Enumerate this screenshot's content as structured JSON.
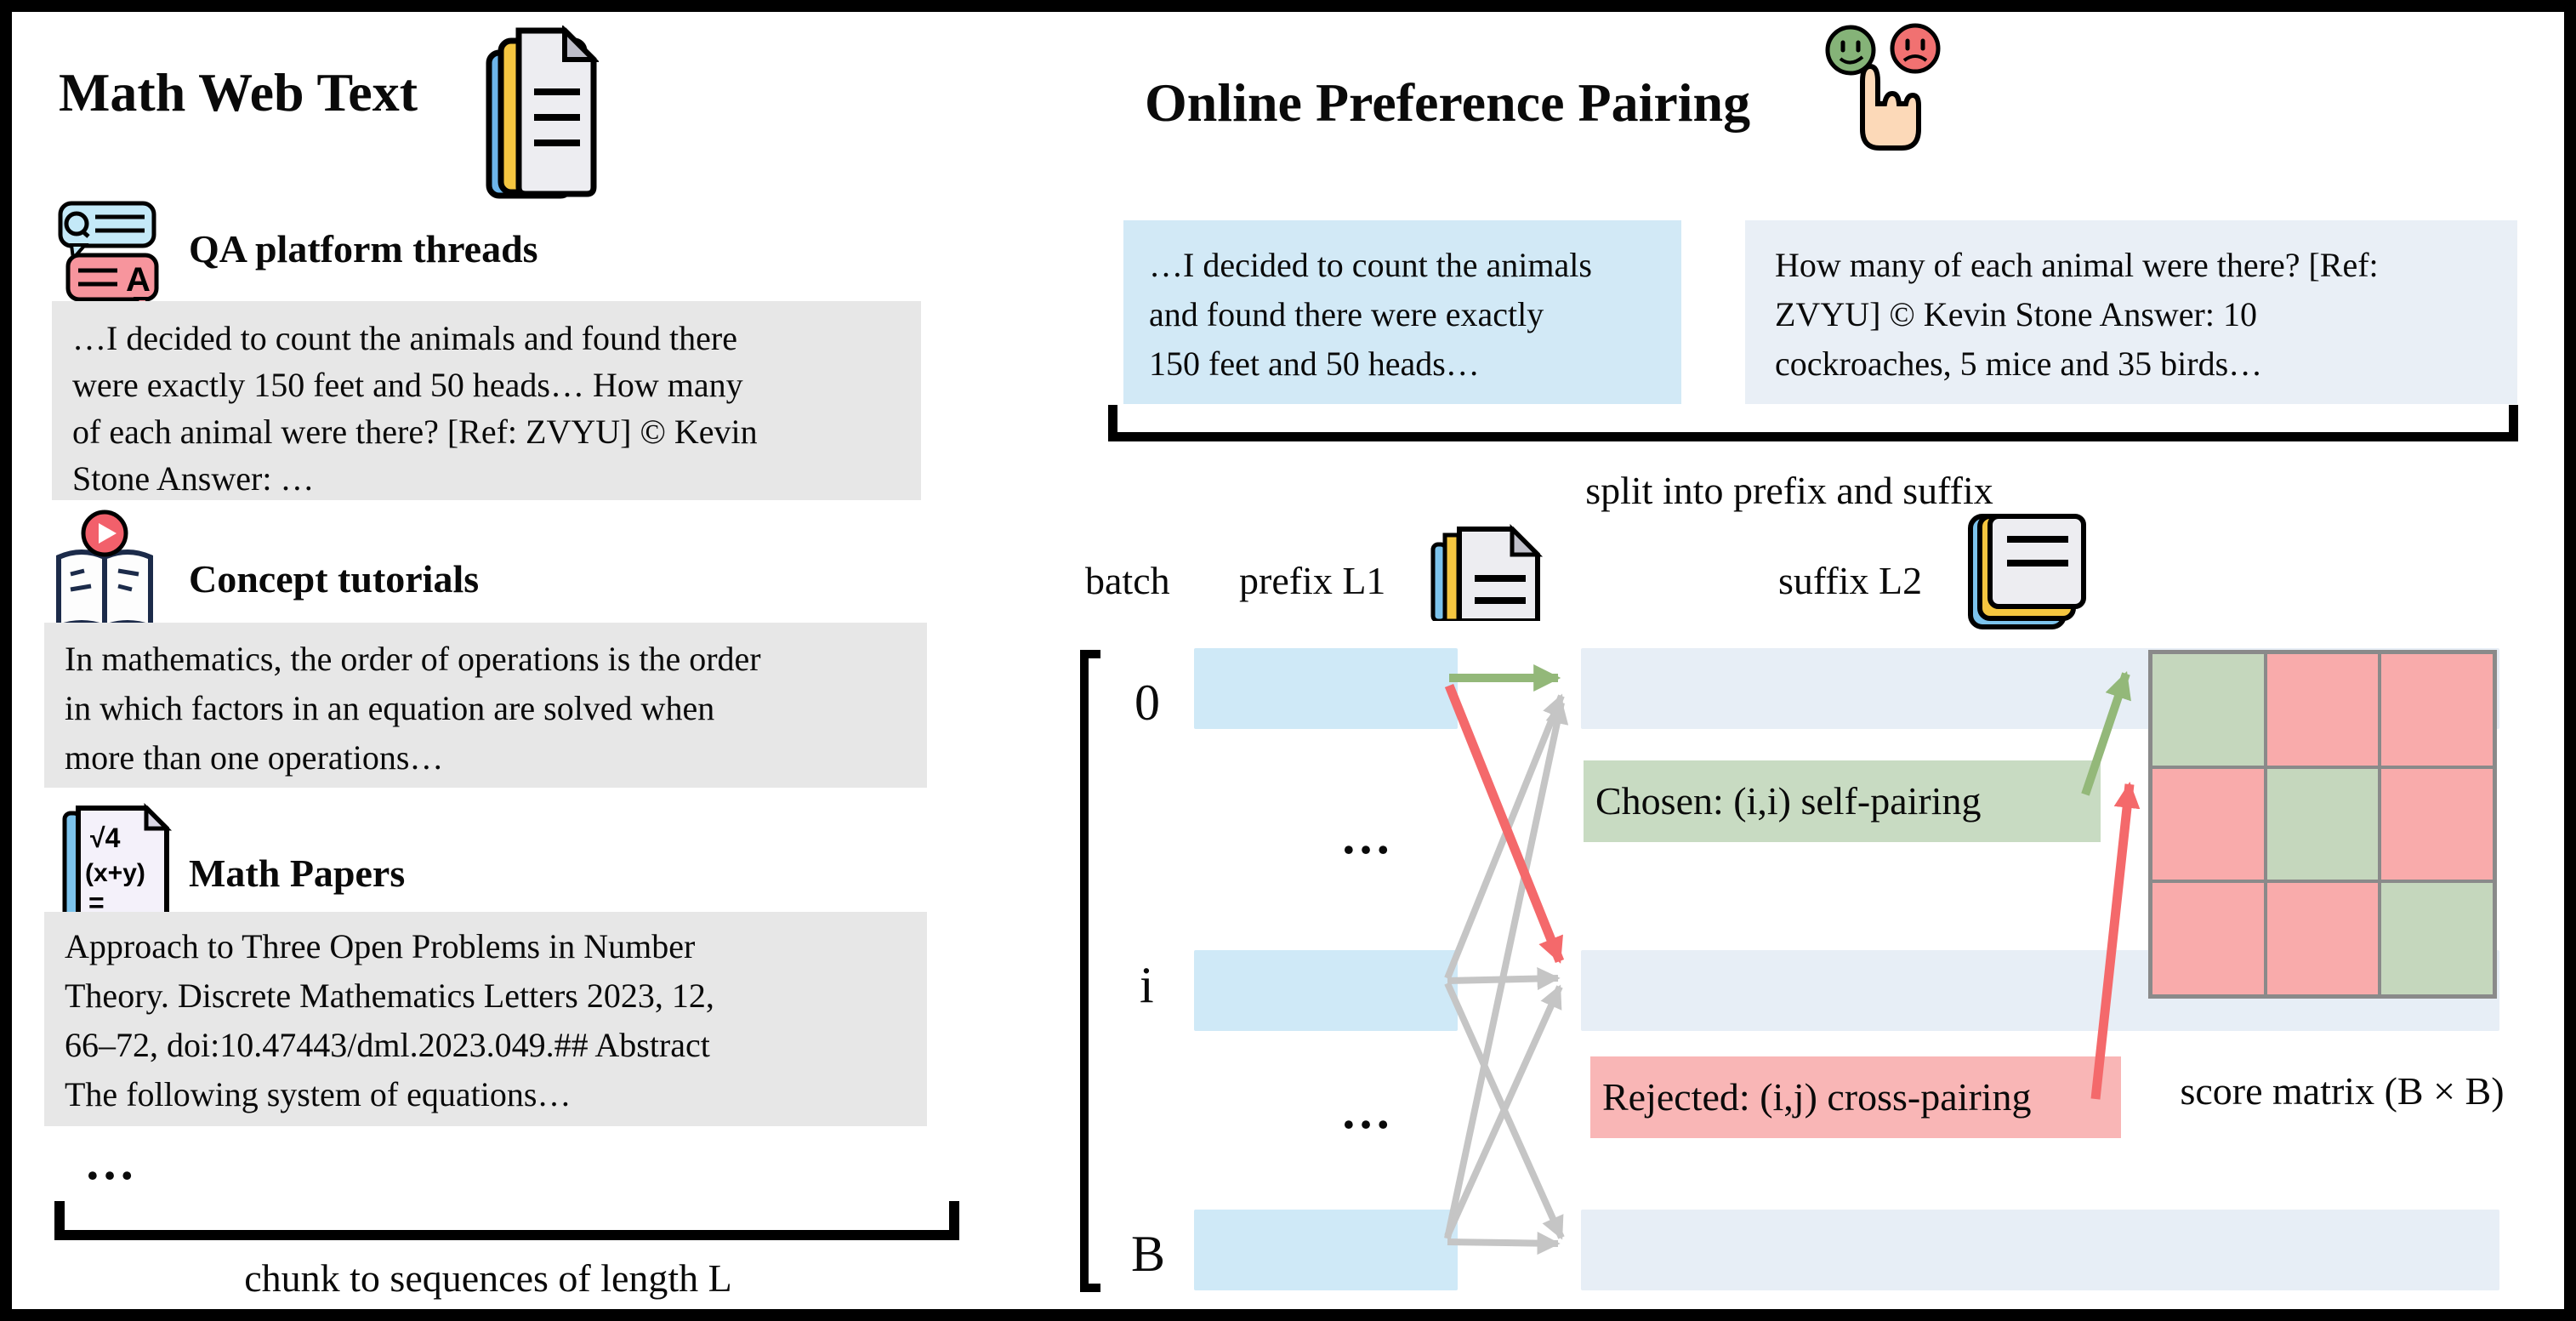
{
  "left": {
    "title": "Math Web Text",
    "sections": [
      {
        "heading": "QA platform threads",
        "lines": [
          "…I decided to count the animals and found there",
          "were exactly 150 feet and 50 heads… How many",
          "of each animal were there? [Ref: ZVYU] © Kevin",
          "Stone Answer: …"
        ]
      },
      {
        "heading": "Concept tutorials",
        "lines": [
          "In mathematics, the order of operations is the order",
          "in which factors in an equation are solved when",
          "more than one operations…"
        ]
      },
      {
        "heading": "Math Papers",
        "lines": [
          "Approach to Three Open Problems in Number",
          "Theory. Discrete Mathematics Letters 2023, 12,",
          "66–72, doi:10.47443/dml.2023.049.## Abstract",
          "The following system of equations…"
        ]
      }
    ],
    "ellipsis": "…",
    "caption": "chunk to sequences of length L"
  },
  "right": {
    "title": "Online Preference Pairing",
    "prefix_example": {
      "lines": [
        "…I decided to count the animals",
        "and found there were exactly",
        "150 feet and 50 heads…"
      ]
    },
    "suffix_example": {
      "lines": [
        "How many of each animal were there? [Ref:",
        "ZVYU] © Kevin Stone Answer: 10",
        "cockroaches, 5 mice and 35 birds…"
      ]
    },
    "split_caption": "split into prefix and suffix",
    "batch_label": "batch",
    "prefix_label": "prefix L1",
    "suffix_label": "suffix L2",
    "row_labels": {
      "first": "0",
      "middle": "i",
      "last": "B"
    },
    "dots": "…",
    "chosen_label": "Chosen: (i,i) self-pairing",
    "rejected_label": "Rejected: (i,j) cross-pairing",
    "matrix_caption": "score matrix (B × B)",
    "matrix_pattern": [
      [
        "green",
        "pink",
        "pink"
      ],
      [
        "pink",
        "green",
        "pink"
      ],
      [
        "pink",
        "pink",
        "green"
      ]
    ]
  },
  "icons": [
    "stacked-documents-icon",
    "qa-bubbles-icon",
    "tutorial-book-icon",
    "math-paper-icon",
    "preference-hand-icon",
    "prefix-document-icon",
    "suffix-documents-icon"
  ],
  "colors": {
    "gray_box": "#e7e7e7",
    "prefix_cyan": "#cfe9f7",
    "suffix_blue": "#e7eef6",
    "example_left_blue": "#d2e9f6",
    "example_right_blue": "#e9eff6",
    "chosen_green": "#c8dbc2",
    "rejected_pink": "#f9b6b6",
    "matrix_green": "#c5d7bd",
    "matrix_pink": "#f9abab",
    "arrow_green": "#93b879",
    "arrow_red": "#f4696b",
    "arrow_gray": "#c5c5c5"
  }
}
